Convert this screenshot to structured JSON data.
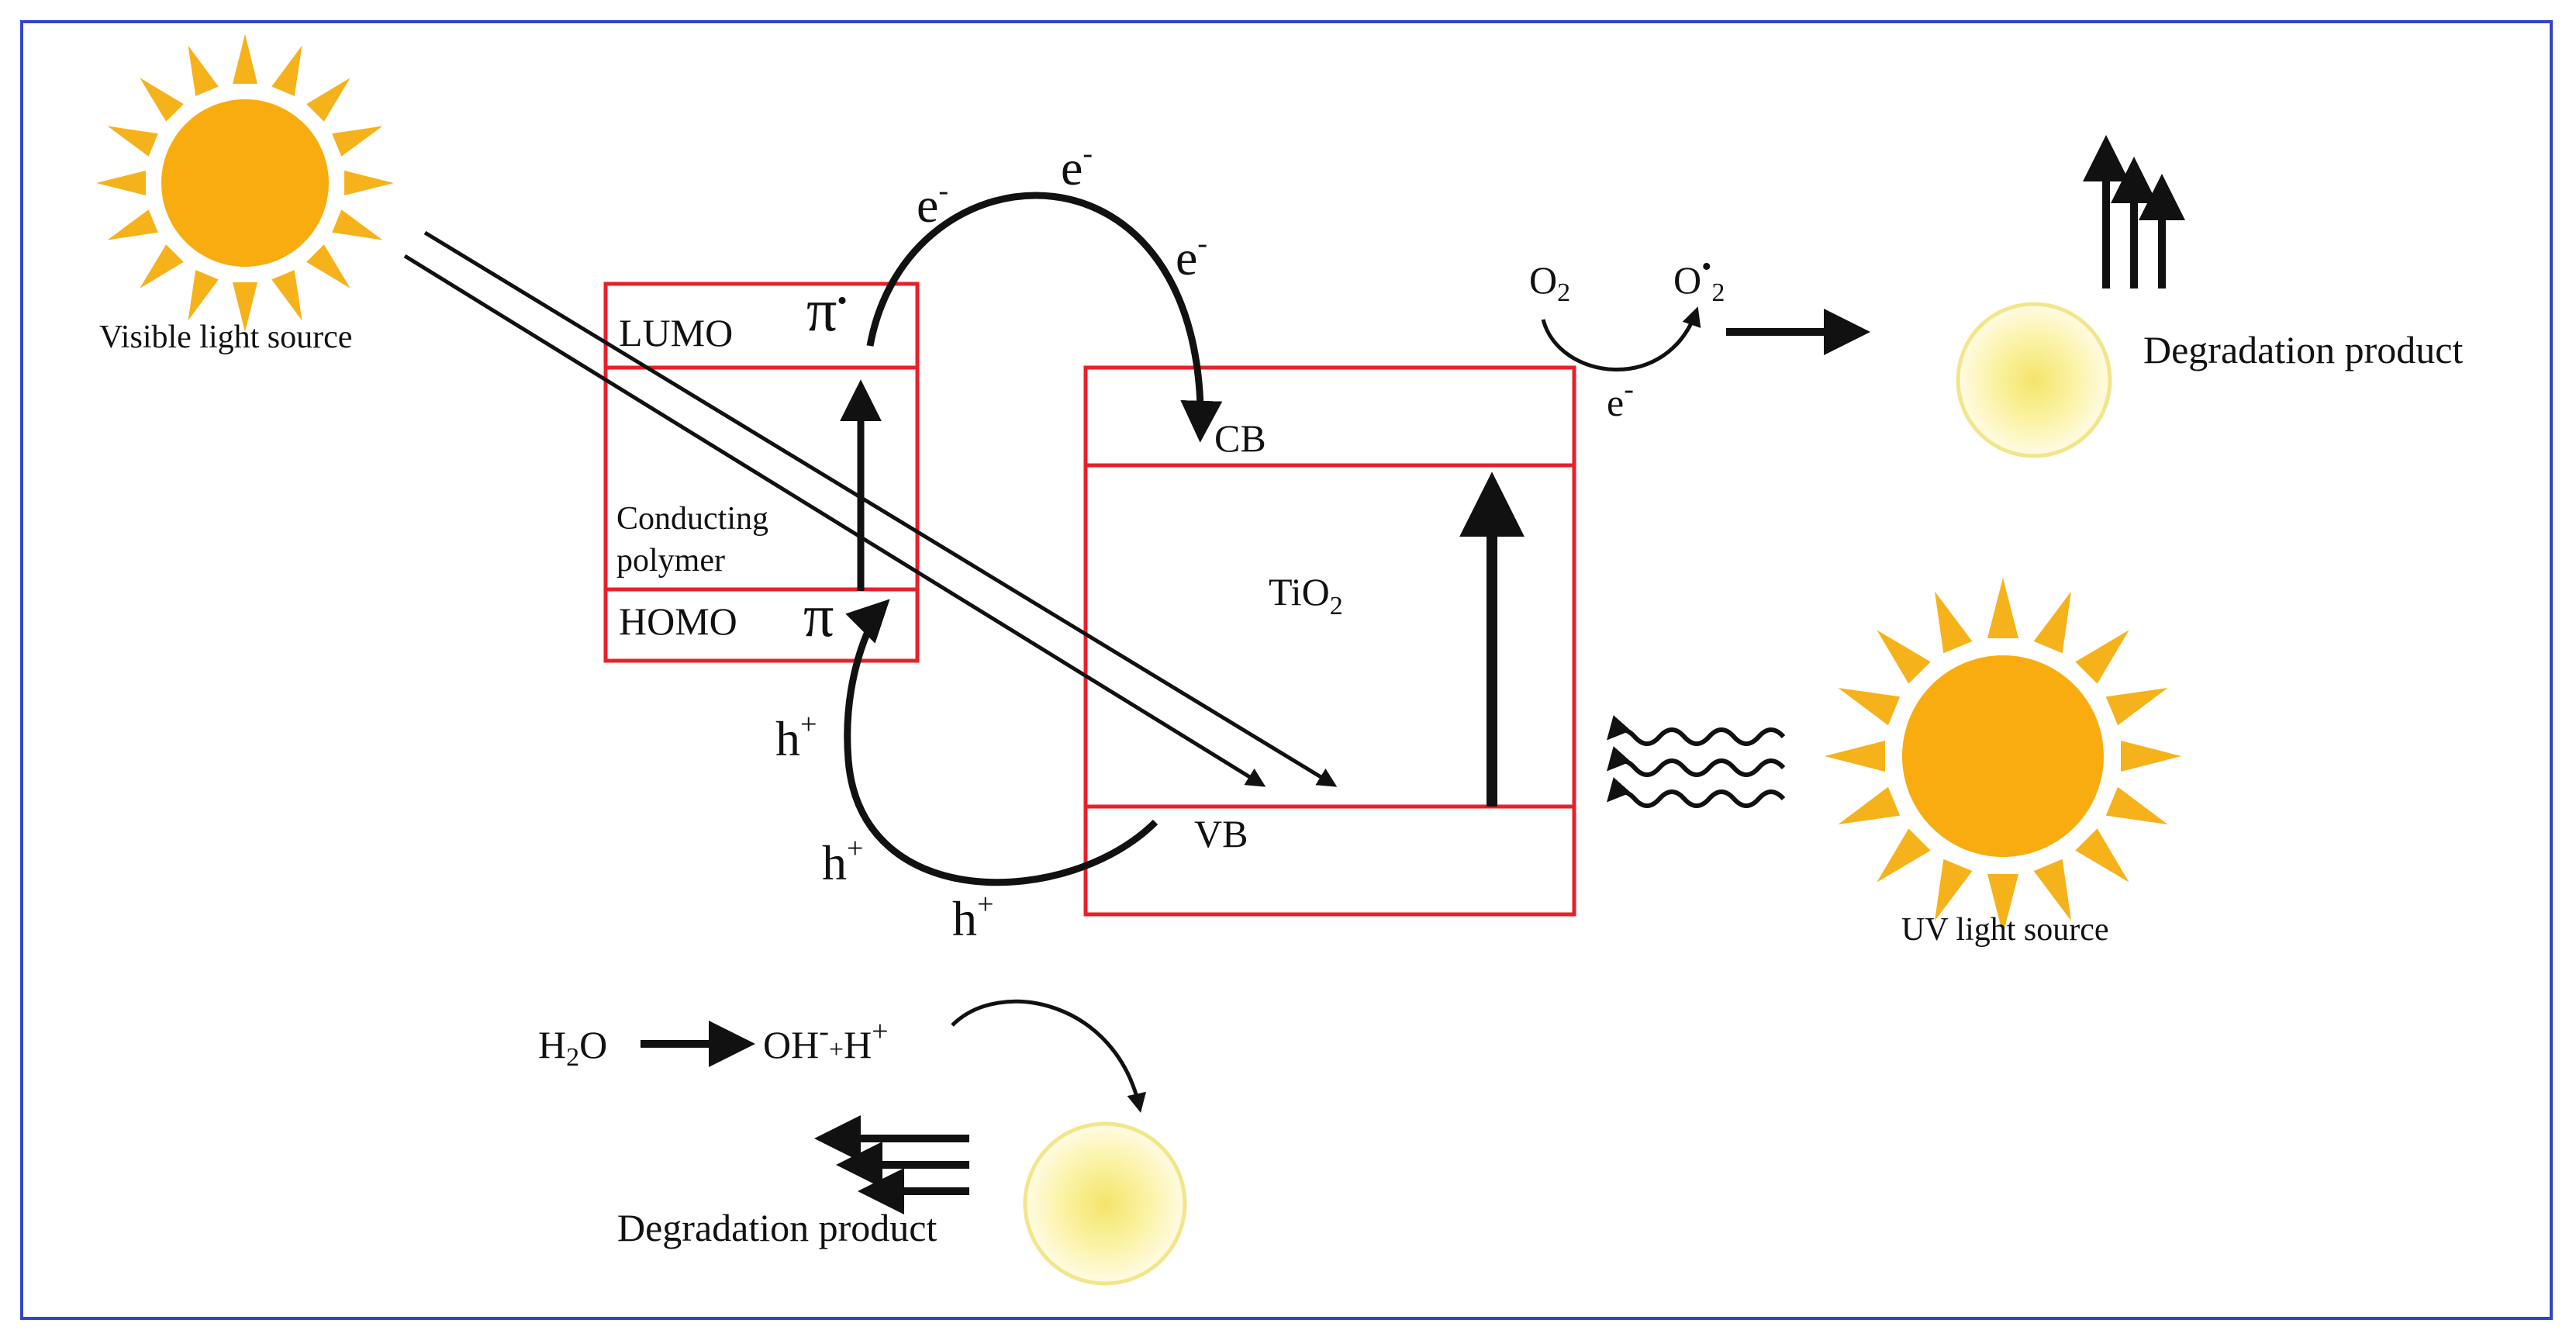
{
  "colors": {
    "frame": "#3344cc",
    "box": "#e8202a",
    "sun": "#f6b21b",
    "sun_center": "#f9ac0f",
    "glow_ring": "#f2e68a",
    "glow_fill": "#fff8c8",
    "ink": "#111111"
  },
  "light_sources": {
    "visible": "Visible light source",
    "uv": "UV light source"
  },
  "polymer": {
    "lumo": "LUMO",
    "homo": "HOMO",
    "name_line1": "Conducting",
    "name_line2": "polymer",
    "pi_star": "π",
    "pi_star_dot": "•",
    "pi": "π"
  },
  "tio2": {
    "cb": "CB",
    "vb": "VB",
    "formula_base": "TiO",
    "formula_sub": "2"
  },
  "carriers": {
    "electron_base": "e",
    "electron_sup": "-",
    "hole_base": "h",
    "hole_sup": "+"
  },
  "oxygen": {
    "o2_base": "O",
    "o2_sub": "2",
    "radical_base": "O",
    "radical_dot": "•",
    "radical_sub": "2",
    "electron_base": "e",
    "electron_sup": "-"
  },
  "water": {
    "h2o_h": "H",
    "h2o_sub": "2",
    "h2o_o": "O",
    "oh_base": "OH",
    "oh_sup": "-",
    "plus": "+",
    "h_base": "H",
    "h_sup": "+"
  },
  "products": {
    "top": "Degradation product",
    "bottom": "Degradation product"
  },
  "icons": [
    "sun-icon",
    "glow-icon",
    "wave-arrow-icon",
    "up-arrows-icon",
    "left-arrows-icon"
  ]
}
